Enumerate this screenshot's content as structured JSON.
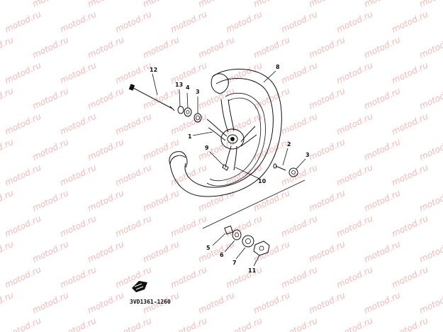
{
  "watermark": {
    "text": "motod.ru",
    "color": "#f2b9b9"
  },
  "part_callouts": [
    "1",
    "2",
    "3",
    "3",
    "4",
    "5",
    "6",
    "7",
    "8",
    "9",
    "10",
    "11",
    "12",
    "13"
  ],
  "drawing_code": "3VD1361-1260",
  "icons": {
    "front-indicator": "front-arrow-icon"
  }
}
